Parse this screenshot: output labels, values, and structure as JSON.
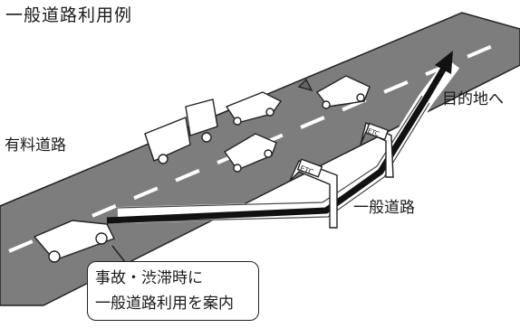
{
  "title": "一般道路利用例",
  "labels": {
    "toll_road": "有料道路",
    "destination": "目的地へ",
    "general_road": "一般道路"
  },
  "gates": [
    "ETC",
    "ETC"
  ],
  "callout": {
    "line1": "事故・渋滞時に",
    "line2": "一般道路利用を案内"
  }
}
